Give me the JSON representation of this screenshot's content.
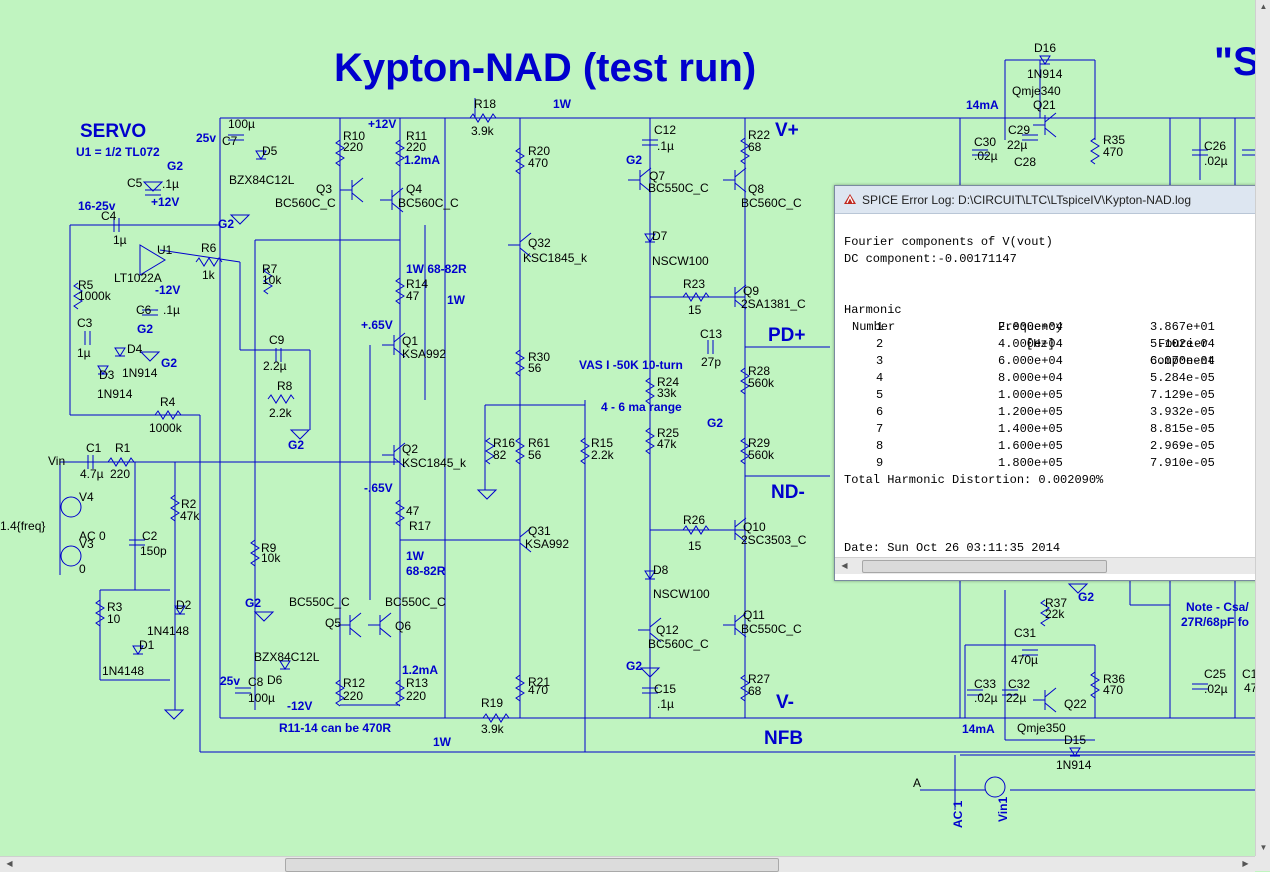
{
  "schematic": {
    "title": "Kypton-NAD (test run)",
    "title_right_fragment": "\"S",
    "servo_title": "SERVO",
    "servo_note": "U1 = 1/2 TL072",
    "nets": {
      "vplus": "V+",
      "vminus": "V-",
      "pdplus": "PD+",
      "ndminus": "ND-",
      "nfb": "NFB"
    },
    "components": [
      {
        "id": "d16",
        "text": "D16"
      },
      {
        "id": "d16v",
        "text": "1N914"
      },
      {
        "id": "qmje340",
        "text": "Qmje340"
      },
      {
        "id": "q21",
        "text": "Q21"
      },
      {
        "id": "ma14top",
        "text": "14mA"
      },
      {
        "id": "c30",
        "text": "C30"
      },
      {
        "id": "c30v",
        "text": ".02µ"
      },
      {
        "id": "c29",
        "text": "C29"
      },
      {
        "id": "c29v",
        "text": "22µ"
      },
      {
        "id": "c28",
        "text": "C28"
      },
      {
        "id": "r35",
        "text": "R35"
      },
      {
        "id": "r35v",
        "text": "470"
      },
      {
        "id": "c26",
        "text": "C26"
      },
      {
        "id": "c26v",
        "text": ".02µ"
      },
      {
        "id": "w1a",
        "text": "1W"
      },
      {
        "id": "r18",
        "text": "R18"
      },
      {
        "id": "r18v",
        "text": "3.9k"
      },
      {
        "id": "v12a",
        "text": "+12V"
      },
      {
        "id": "c7v",
        "text": "100µ"
      },
      {
        "id": "v25a",
        "text": "25v"
      },
      {
        "id": "c7",
        "text": "C7"
      },
      {
        "id": "d5",
        "text": "D5"
      },
      {
        "id": "bzx1",
        "text": "BZX84C12L"
      },
      {
        "id": "r10",
        "text": "R10"
      },
      {
        "id": "r10v",
        "text": "220"
      },
      {
        "id": "r11",
        "text": "R11"
      },
      {
        "id": "r11v",
        "text": "220"
      },
      {
        "id": "ma12a",
        "text": "1.2mA"
      },
      {
        "id": "q3",
        "text": "Q3"
      },
      {
        "id": "q3t",
        "text": "BC560C_C"
      },
      {
        "id": "q4",
        "text": "Q4"
      },
      {
        "id": "q4t",
        "text": "BC560C_C"
      },
      {
        "id": "r20",
        "text": "R20"
      },
      {
        "id": "r20v",
        "text": "470"
      },
      {
        "id": "c12",
        "text": "C12"
      },
      {
        "id": "c12v",
        "text": ".1µ"
      },
      {
        "id": "g2a",
        "text": "G2"
      },
      {
        "id": "q7",
        "text": "Q7"
      },
      {
        "id": "q7t",
        "text": "BC550C_C"
      },
      {
        "id": "r22",
        "text": "R22"
      },
      {
        "id": "r22v",
        "text": "68"
      },
      {
        "id": "q8",
        "text": "Q8"
      },
      {
        "id": "q8t",
        "text": "BC560C_C"
      },
      {
        "id": "g2b",
        "text": "G2"
      },
      {
        "id": "c5",
        "text": "C5"
      },
      {
        "id": "c5v",
        "text": ".1µ"
      },
      {
        "id": "v12b",
        "text": "+12V"
      },
      {
        "id": "v1625",
        "text": "16-25v"
      },
      {
        "id": "c4",
        "text": "C4"
      },
      {
        "id": "c4v",
        "text": "1µ"
      },
      {
        "id": "u1",
        "text": "U1"
      },
      {
        "id": "lt1022",
        "text": "LT1022A"
      },
      {
        "id": "r6",
        "text": "R6"
      },
      {
        "id": "r6v",
        "text": "1k"
      },
      {
        "id": "g2c",
        "text": "G2"
      },
      {
        "id": "q32",
        "text": "Q32"
      },
      {
        "id": "q32t",
        "text": "KSC1845_k"
      },
      {
        "id": "d7",
        "text": "D7"
      },
      {
        "id": "d7t",
        "text": "NSCW100"
      },
      {
        "id": "r7",
        "text": "R7"
      },
      {
        "id": "r7v",
        "text": "10k"
      },
      {
        "id": "w6882a",
        "text": "1W 68-82R"
      },
      {
        "id": "r14",
        "text": "R14"
      },
      {
        "id": "r14v",
        "text": "47"
      },
      {
        "id": "w1b",
        "text": "1W"
      },
      {
        "id": "r5",
        "text": "R5"
      },
      {
        "id": "r5v",
        "text": "1000k"
      },
      {
        "id": "v12n",
        "text": "-12V"
      },
      {
        "id": "c6",
        "text": "C6"
      },
      {
        "id": "c6v",
        "text": ".1µ"
      },
      {
        "id": "r23",
        "text": "R23"
      },
      {
        "id": "r23v",
        "text": "15"
      },
      {
        "id": "q9",
        "text": "Q9"
      },
      {
        "id": "q9t",
        "text": "2SA1381_C"
      },
      {
        "id": "c3",
        "text": "C3"
      },
      {
        "id": "g2d",
        "text": "G2"
      },
      {
        "id": "v065",
        "text": "+.65V"
      },
      {
        "id": "q1",
        "text": "Q1"
      },
      {
        "id": "q1t",
        "text": "KSA992"
      },
      {
        "id": "c9",
        "text": "C9"
      },
      {
        "id": "c13",
        "text": "C13"
      },
      {
        "id": "c13v",
        "text": "27p"
      },
      {
        "id": "c3v",
        "text": "1µ"
      },
      {
        "id": "d4",
        "text": "D4"
      },
      {
        "id": "d4t",
        "text": "1N914"
      },
      {
        "id": "g2e",
        "text": "G2"
      },
      {
        "id": "c9v",
        "text": "2.2µ"
      },
      {
        "id": "r30",
        "text": "R30"
      },
      {
        "id": "r30v",
        "text": "56"
      },
      {
        "id": "vas",
        "text": "VAS I -50K 10-turn"
      },
      {
        "id": "r28",
        "text": "R28"
      },
      {
        "id": "r28v",
        "text": "560k"
      },
      {
        "id": "d3",
        "text": "D3"
      },
      {
        "id": "d3t",
        "text": "1N914"
      },
      {
        "id": "r8",
        "text": "R8"
      },
      {
        "id": "r24",
        "text": "R24"
      },
      {
        "id": "r24v",
        "text": "33k"
      },
      {
        "id": "r4",
        "text": "R4"
      },
      {
        "id": "r8v",
        "text": "2.2k"
      },
      {
        "id": "range",
        "text": "4 - 6 ma range"
      },
      {
        "id": "g2f",
        "text": "G2"
      },
      {
        "id": "r4v",
        "text": "1000k"
      },
      {
        "id": "r25",
        "text": "R25"
      },
      {
        "id": "r25v",
        "text": "47k"
      },
      {
        "id": "g2g",
        "text": "G2"
      },
      {
        "id": "c1",
        "text": "C1"
      },
      {
        "id": "r1",
        "text": "R1"
      },
      {
        "id": "r16",
        "text": "R16"
      },
      {
        "id": "r61",
        "text": "R61"
      },
      {
        "id": "r15",
        "text": "R15"
      },
      {
        "id": "q2",
        "text": "Q2"
      },
      {
        "id": "r29",
        "text": "R29"
      },
      {
        "id": "vin",
        "text": "Vin"
      },
      {
        "id": "c1v",
        "text": "4.7µ"
      },
      {
        "id": "r1v",
        "text": "220"
      },
      {
        "id": "r2",
        "text": "R2"
      },
      {
        "id": "r16v",
        "text": "82"
      },
      {
        "id": "r61v",
        "text": "56"
      },
      {
        "id": "r15v",
        "text": "2.2k"
      },
      {
        "id": "q2t",
        "text": "KSC1845_k"
      },
      {
        "id": "r29v",
        "text": "560k"
      },
      {
        "id": "r2v",
        "text": "47k"
      },
      {
        "id": "v4",
        "text": "V4"
      },
      {
        "id": "v065n",
        "text": "-.65V"
      },
      {
        "id": "src",
        "text": "1.4{freq}"
      },
      {
        "id": "r17v",
        "text": "47"
      },
      {
        "id": "r17",
        "text": "R17"
      },
      {
        "id": "q31",
        "text": "Q31"
      },
      {
        "id": "q31t",
        "text": "KSA992"
      },
      {
        "id": "r26",
        "text": "R26"
      },
      {
        "id": "r26v",
        "text": "15"
      },
      {
        "id": "q10",
        "text": "Q10"
      },
      {
        "id": "q10t",
        "text": "2SC3503_C"
      },
      {
        "id": "ac0",
        "text": "AC 0"
      },
      {
        "id": "v3",
        "text": "V3"
      },
      {
        "id": "c2",
        "text": "C2"
      },
      {
        "id": "c2v",
        "text": "150p"
      },
      {
        "id": "r9",
        "text": "R9"
      },
      {
        "id": "r9v",
        "text": "10k"
      },
      {
        "id": "w6882b",
        "text": "1W"
      },
      {
        "id": "w6882c",
        "text": "68-82R"
      },
      {
        "id": "zero",
        "text": "0"
      },
      {
        "id": "d8",
        "text": "D8"
      },
      {
        "id": "d8t",
        "text": "NSCW100"
      },
      {
        "id": "r37",
        "text": "R37"
      },
      {
        "id": "r37v",
        "text": "22k"
      },
      {
        "id": "g2h",
        "text": "G2"
      },
      {
        "id": "note",
        "text": "Note - Csa/"
      },
      {
        "id": "note2",
        "text": "27R/68pF fo"
      },
      {
        "id": "g2i",
        "text": "G2"
      },
      {
        "id": "q5t",
        "text": "BC550C_C"
      },
      {
        "id": "q6t",
        "text": "BC550C_C"
      },
      {
        "id": "d2",
        "text": "D2"
      },
      {
        "id": "r3",
        "text": "R3"
      },
      {
        "id": "q11",
        "text": "Q11"
      },
      {
        "id": "q11t",
        "text": "BC550C_C"
      },
      {
        "id": "r3v",
        "text": "10"
      },
      {
        "id": "q5",
        "text": "Q5"
      },
      {
        "id": "q6",
        "text": "Q6"
      },
      {
        "id": "c31",
        "text": "C31"
      },
      {
        "id": "c31v",
        "text": "470µ"
      },
      {
        "id": "q12",
        "text": "Q12"
      },
      {
        "id": "q12t",
        "text": "BC560C_C"
      },
      {
        "id": "d1",
        "text": "D1"
      },
      {
        "id": "d2t",
        "text": "1N4148"
      },
      {
        "id": "bzx2",
        "text": "BZX84C12L"
      },
      {
        "id": "d6",
        "text": "D6"
      },
      {
        "id": "g2j",
        "text": "G2"
      },
      {
        "id": "d1t",
        "text": "1N4148"
      },
      {
        "id": "ma12b",
        "text": "1.2mA"
      },
      {
        "id": "r12",
        "text": "R12"
      },
      {
        "id": "r13",
        "text": "R13"
      },
      {
        "id": "r36",
        "text": "R36"
      },
      {
        "id": "c33",
        "text": "C33"
      },
      {
        "id": "c32",
        "text": "C32"
      },
      {
        "id": "r21",
        "text": "R21"
      },
      {
        "id": "r21v",
        "text": "470"
      },
      {
        "id": "v25b",
        "text": "25v"
      },
      {
        "id": "c8",
        "text": "C8"
      },
      {
        "id": "c8v",
        "text": "100µ"
      },
      {
        "id": "r12v",
        "text": "220"
      },
      {
        "id": "r13v",
        "text": "220"
      },
      {
        "id": "c15",
        "text": "C15"
      },
      {
        "id": "r27",
        "text": "R27"
      },
      {
        "id": "r27v",
        "text": "68"
      },
      {
        "id": "c25",
        "text": "C25"
      },
      {
        "id": "c25v",
        "text": ".02µ"
      },
      {
        "id": "r36v",
        "text": "470"
      },
      {
        "id": "c33v",
        "text": ".02µ"
      },
      {
        "id": "c32v",
        "text": "22µ"
      },
      {
        "id": "q22",
        "text": "Q22"
      },
      {
        "id": "c15v",
        "text": ".1µ"
      },
      {
        "id": "v12c",
        "text": "-12V"
      },
      {
        "id": "r19",
        "text": "R19"
      },
      {
        "id": "note3",
        "text": "R11-14 can be 470R"
      },
      {
        "id": "r19v",
        "text": "3.9k"
      },
      {
        "id": "ma14b",
        "text": "14mA"
      },
      {
        "id": "qmje350",
        "text": "Qmje350"
      },
      {
        "id": "d15",
        "text": "D15"
      },
      {
        "id": "d15t",
        "text": "1N914"
      },
      {
        "id": "w1c",
        "text": "1W"
      },
      {
        "id": "a",
        "text": "A"
      },
      {
        "id": "c1x",
        "text": "C1"
      },
      {
        "id": "c47",
        "text": "47"
      }
    ],
    "rotated": [
      {
        "id": "ac1",
        "text": "AC 1"
      },
      {
        "id": "vin1",
        "text": "Vin1"
      }
    ]
  },
  "log_window": {
    "title": "SPICE Error Log: D:\\CIRCUIT\\LTC\\LTspiceIV\\Kypton-NAD.log",
    "heading": "Fourier components of V(vout)",
    "dc": "DC component:-0.00171147",
    "col_headers_1": [
      "Harmonic",
      "Frequency",
      "Fourier"
    ],
    "col_headers_2": [
      "Number",
      "[Hz]",
      "Component"
    ],
    "rows": [
      {
        "n": "1",
        "f": "2.000e+04",
        "c": "3.867e+01"
      },
      {
        "n": "2",
        "f": "4.000e+04",
        "c": "5.102e-04"
      },
      {
        "n": "3",
        "f": "6.000e+04",
        "c": "6.070e-04"
      },
      {
        "n": "4",
        "f": "8.000e+04",
        "c": "5.284e-05"
      },
      {
        "n": "5",
        "f": "1.000e+05",
        "c": "7.129e-05"
      },
      {
        "n": "6",
        "f": "1.200e+05",
        "c": "3.932e-05"
      },
      {
        "n": "7",
        "f": "1.400e+05",
        "c": "8.815e-05"
      },
      {
        "n": "8",
        "f": "1.600e+05",
        "c": "2.969e-05"
      },
      {
        "n": "9",
        "f": "1.800e+05",
        "c": "7.910e-05"
      }
    ],
    "thd": "Total Harmonic Distortion: 0.002090%",
    "date": "Date: Sun Oct 26 03:11:35 2014"
  }
}
